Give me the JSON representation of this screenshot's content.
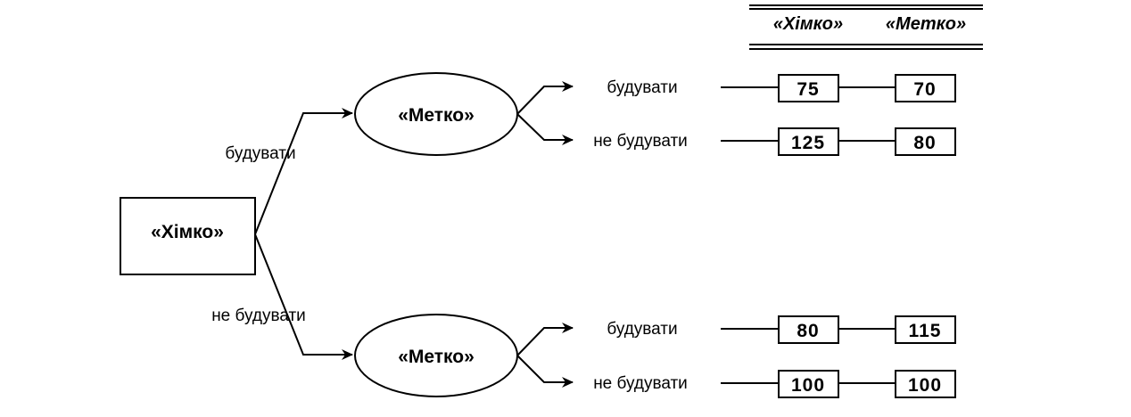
{
  "header": {
    "col1": "«Хімко»",
    "col2": "«Метко»"
  },
  "root": {
    "label": "«Хімко»"
  },
  "root_branches": {
    "upper": "будувати",
    "lower": "не будувати"
  },
  "decision_nodes": [
    {
      "label": "«Метко»"
    },
    {
      "label": "«Метко»"
    }
  ],
  "outcomes": [
    {
      "label": "будувати",
      "khimko": "75",
      "metko": "70"
    },
    {
      "label": "не будувати",
      "khimko": "125",
      "metko": "80"
    },
    {
      "label": "будувати",
      "khimko": "80",
      "metko": "115"
    },
    {
      "label": "не будувати",
      "khimko": "100",
      "metko": "100"
    }
  ]
}
